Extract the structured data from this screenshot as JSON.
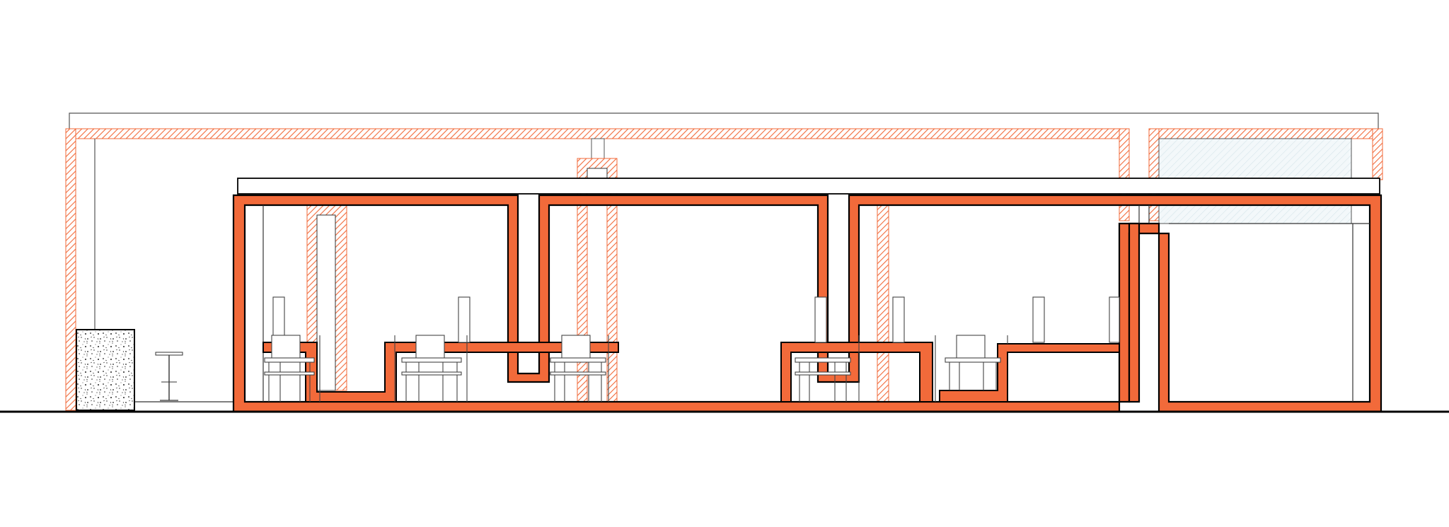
{
  "drawing": {
    "colors": {
      "section_cut": "#f26a3a",
      "hatch": "#f26a3a",
      "outline": "#000000",
      "thin_line": "#555555",
      "glazing": "#dde8ee",
      "background": "#ffffff"
    },
    "materials": {
      "cut_fill": "solid-orange",
      "beyond_fill": "orange-hatch",
      "stone_fill": "speckle-stipple"
    }
  }
}
